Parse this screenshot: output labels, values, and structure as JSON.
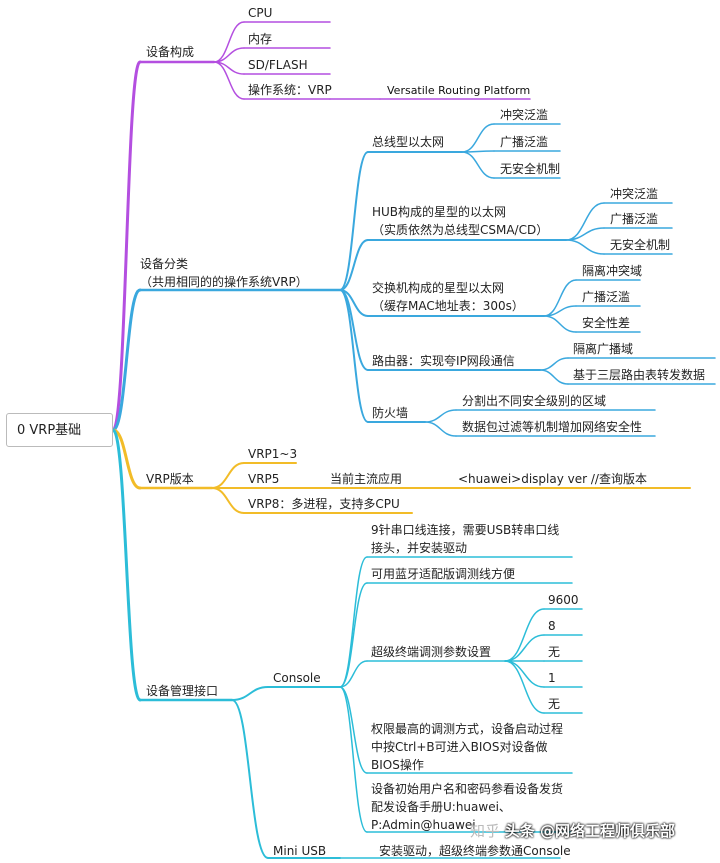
{
  "root": {
    "label": "0 VRP基础"
  },
  "colors": {
    "purple": "#b44fe0",
    "blue": "#3aa8de",
    "yellow": "#f2bc28",
    "cyan": "#2cbdd8"
  },
  "branches": {
    "composition": {
      "label": "设备构成",
      "items": {
        "cpu": "CPU",
        "memory": "内存",
        "sd": "SD/FLASH",
        "os": "操作系统：VRP",
        "vrp_full": "Versatile Routing Platform"
      }
    },
    "classification": {
      "label": "设备分类\n（共用相同的的操作系统VRP）",
      "bus": {
        "label": "总线型以太网",
        "children": [
          "冲突泛滥",
          "广播泛滥",
          "无安全机制"
        ]
      },
      "hub": {
        "label": "HUB构成的星型的以太网\n（实质依然为总线型CSMA/CD）",
        "children": [
          "冲突泛滥",
          "广播泛滥",
          "无安全机制"
        ]
      },
      "switch": {
        "label": "交换机构成的星型以太网\n（缓存MAC地址表：300s）",
        "children": [
          "隔离冲突域",
          "广播泛滥",
          "安全性差"
        ]
      },
      "router": {
        "label": "路由器：实现夸IP网段通信",
        "children": [
          "隔离广播域",
          "基于三层路由表转发数据"
        ]
      },
      "firewall": {
        "label": "防火墙",
        "children": [
          "分割出不同安全级别的区域",
          "数据包过滤等机制增加网络安全性"
        ]
      }
    },
    "version": {
      "label": "VRP版本",
      "vrp13": "VRP1~3",
      "vrp5": "VRP5",
      "mainstream": "当前主流应用",
      "command": "<huawei>display ver   //查询版本",
      "vrp8": "VRP8：多进程，支持多CPU"
    },
    "management": {
      "label": "设备管理接口",
      "console": {
        "label": "Console",
        "c1": "9针串口线连接，需要USB转串口线\n接头，并安装驱动",
        "c2": "可用蓝牙适配版调测线方便",
        "params": {
          "label": "超级终端调测参数设置",
          "values": [
            "9600",
            "8",
            "无",
            "1",
            "无"
          ]
        },
        "c4": "权限最高的调测方式，设备启动过程\n中按Ctrl+B可进入BIOS对设备做\nBIOS操作",
        "c5": "设备初始用户名和密码参看设备发货\n配发设备手册U:huawei、\nP:Admin@huawei"
      },
      "miniusb": {
        "label": "Mini USB",
        "child": "安装驱动，超级终端参数通Console"
      }
    }
  },
  "watermark": {
    "prefix": "知乎 ",
    "main": "头条 @网络工程师俱乐部",
    "faint": "@网络工程师俱乐部"
  }
}
